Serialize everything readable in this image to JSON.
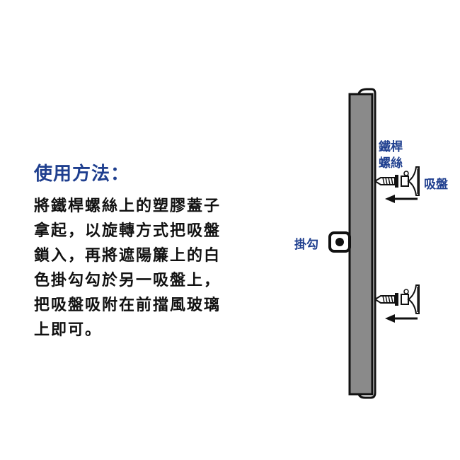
{
  "instructions": {
    "title": "使用方法：",
    "lines": [
      "將鐵桿螺絲上的塑膠蓋子",
      "拿起，以旋轉方式把吸盤",
      "鎖入，再將遮陽簾上的白",
      "色掛勾勾於另一吸盤上，",
      "把吸盤吸附在前擋風玻璃",
      "上即可。"
    ]
  },
  "diagram": {
    "labels": {
      "screw_line1": "鐵桿",
      "screw_line2": "螺絲",
      "suction_cup": "吸盤",
      "hook": "掛勾"
    },
    "colors": {
      "label": "#1f3f8f",
      "rod_fill": "#8a8a8a",
      "outline": "#111111"
    }
  }
}
